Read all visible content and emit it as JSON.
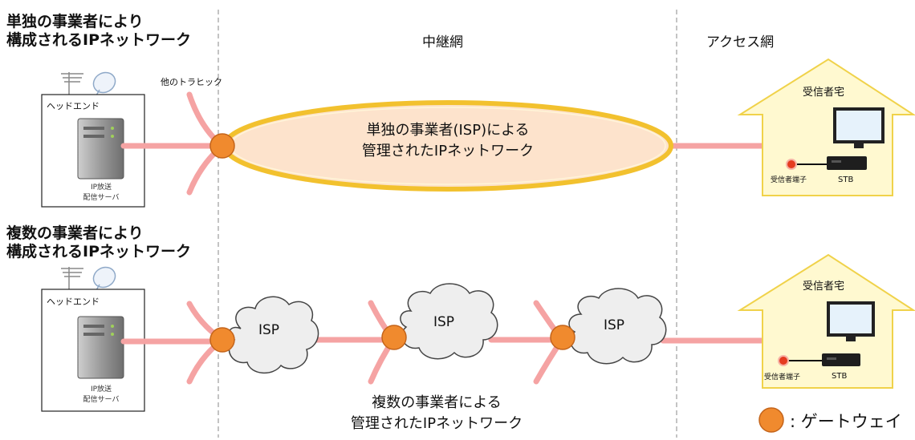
{
  "section_top": {
    "heading_line1": "単独の事業者により",
    "heading_line2": "構成されるIPネットワーク",
    "headend_label": "ヘッドエンド",
    "server_caption_line1": "IP放送",
    "server_caption_line2": "配信サーバ",
    "other_traffic_label": "他のトラヒック",
    "network_label_line1": "単独の事業者(ISP)による",
    "network_label_line2": "管理されたIPネットワーク",
    "house_label": "受信者宅",
    "terminal_label": "受信者端子",
    "stb_label": "STB"
  },
  "section_bottom": {
    "heading_line1": "複数の事業者により",
    "heading_line2": "構成されるIPネットワーク",
    "headend_label": "ヘッドエンド",
    "server_caption_line1": "IP放送",
    "server_caption_line2": "配信サーバ",
    "cloud_labels": [
      "ISP",
      "ISP",
      "ISP"
    ],
    "network_label_line1": "複数の事業者による",
    "network_label_line2": "管理されたIPネットワーク",
    "house_label": "受信者宅",
    "terminal_label": "受信者端子",
    "stb_label": "STB"
  },
  "columns": {
    "relay": "中継網",
    "access": "アクセス網"
  },
  "legend": {
    "gateway_label": ": ゲートウェイ"
  },
  "colors": {
    "link_pink": "#f5a3a3",
    "gateway_orange": "#f08a2e",
    "house_fill": "#fff9d0",
    "house_border": "#f0d24a",
    "ellipse_fill": "#fde3cc",
    "ellipse_border": "#f2c12e"
  }
}
